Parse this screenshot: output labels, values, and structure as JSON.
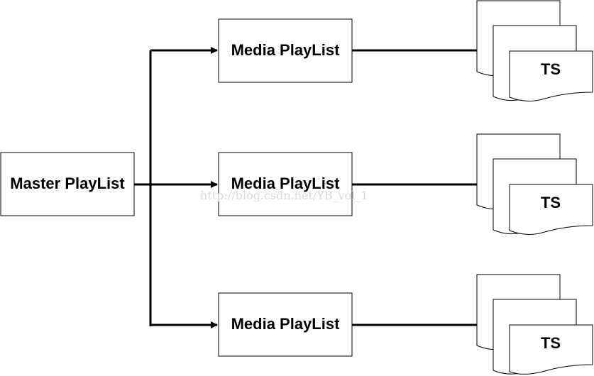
{
  "diagram": {
    "master": {
      "label": "Master PlayList"
    },
    "media": [
      {
        "label": "Media PlayList"
      },
      {
        "label": "Media PlayList"
      },
      {
        "label": "Media PlayList"
      }
    ],
    "ts": [
      {
        "label": "TS"
      },
      {
        "label": "TS"
      },
      {
        "label": "TS"
      }
    ],
    "watermark": "http://blog.csdn.net/YB_vol_1"
  }
}
